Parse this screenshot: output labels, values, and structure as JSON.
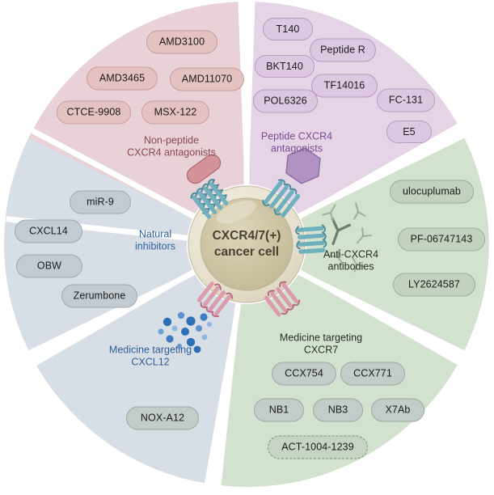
{
  "figure": {
    "center_label": "CXCR4/7(+)\ncancer cell",
    "background": "#ffffff"
  },
  "sectors": [
    {
      "id": "non-peptide",
      "label": "Non-peptide\nCXCR4 antagonists",
      "fill": "#e8d2d8",
      "label_color": "#8a4a4f",
      "items": [
        "AMD3100",
        "AMD3465",
        "AMD11070",
        "CTCE-9908",
        "MSX-122"
      ]
    },
    {
      "id": "peptide",
      "label": "Peptide CXCR4\nantagonists",
      "fill": "#e5d3e6",
      "label_color": "#7c4d96",
      "items": [
        "T140",
        "Peptide R",
        "BKT140",
        "TF14016",
        "POL6326",
        "FC-131",
        "E5"
      ]
    },
    {
      "id": "antibodies",
      "label": "Anti-CXCR4\nantibodies",
      "fill": "#d3e2ce",
      "label_color": "#253026",
      "items": [
        "ulocuplumab",
        "PF-06747143",
        "LY2624587"
      ]
    },
    {
      "id": "cxcr7",
      "label": "Medicine targeting\nCXCR7",
      "fill": "#d3e2ce",
      "label_color": "#24302a",
      "items": [
        "CCX754",
        "CCX771",
        "NB1",
        "NB3",
        "X7Ab",
        "ACT-1004-1239"
      ]
    },
    {
      "id": "cxcl12",
      "label": "Medicine targeting\nCXCL12",
      "fill": "#d7dee6",
      "label_color": "#2f5f99",
      "items": [
        "NOX-A12"
      ]
    },
    {
      "id": "natural",
      "label": "Natural\ninhibitors",
      "fill": "#d7dee6",
      "label_color": "#2f5f99",
      "items": [
        "miR-9",
        "CXCL14",
        "OBW",
        "Zerumbone"
      ]
    }
  ],
  "pills": {
    "amd3100": "AMD3100",
    "amd3465": "AMD3465",
    "amd11070": "AMD11070",
    "ctce9908": "CTCE-9908",
    "msx122": "MSX-122",
    "t140": "T140",
    "peptide_r": "Peptide R",
    "bkt140": "BKT140",
    "tf14016": "TF14016",
    "pol6326": "POL6326",
    "fc131": "FC-131",
    "e5": "E5",
    "ulocuplumab": "ulocuplumab",
    "pf06747143": "PF-06747143",
    "ly2624587": "LY2624587",
    "ccx754": "CCX754",
    "ccx771": "CCX771",
    "nb1": "NB1",
    "nb3": "NB3",
    "x7ab": "X7Ab",
    "act1004": "ACT-1004-1239",
    "nox_a12": "NOX-A12",
    "mir9": "miR-9",
    "cxcl14": "CXCL14",
    "obw": "OBW",
    "zerumbone": "Zerumbone"
  },
  "labels": {
    "non_peptide": "Non-peptide\nCXCR4 antagonists",
    "peptide": "Peptide CXCR4\nantagonists",
    "antibodies": "Anti-CXCR4\nantibodies",
    "cxcr7": "Medicine targeting\nCXCR7",
    "cxcl12": "Medicine targeting\nCXCL12",
    "natural": "Natural\ninhibitors"
  },
  "colors": {
    "sector_pink": "#e8d2d8",
    "sector_purple": "#e5d3e6",
    "sector_green": "#d3e2ce",
    "sector_blue": "#d7dee6",
    "cell_membrane": "#e4decb",
    "cell_cytoplasm": "#cbc4a3",
    "receptor_teal": "#79b0bd",
    "receptor_pink": "#dc9aad",
    "ligand_blue": "#2f6fb5",
    "drug_capsule": "#d08f96",
    "peptide_hexagon": "#b093c2",
    "antibody_grey": "#8d9b8a",
    "divider": "#ffffff"
  },
  "icons": {
    "receptor_cxcr4": "cxcr4-receptor-icon",
    "receptor_cxcr7": "cxcr7-receptor-icon",
    "capsule_drug": "small-molecule-drug-icon",
    "peptide_hexagon": "peptide-inhibitor-icon",
    "antibody": "antibody-icon",
    "chemokine_dots": "cxcl12-chemokine-icon"
  }
}
